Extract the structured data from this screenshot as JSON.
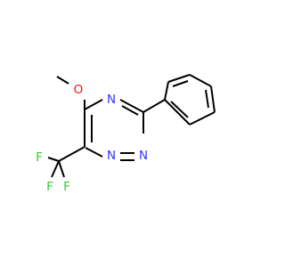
{
  "colors": {
    "background": "#ffffff",
    "bond": "#000000",
    "nitrogen": "#3333ff",
    "oxygen": "#ff0d0d",
    "fluorine": "#33cc33"
  },
  "atoms": {
    "o_methoxy": "O",
    "n4": "N",
    "n1": "N",
    "n2": "N",
    "f_top": "F",
    "f_left": "F",
    "f_bottom": "F"
  }
}
